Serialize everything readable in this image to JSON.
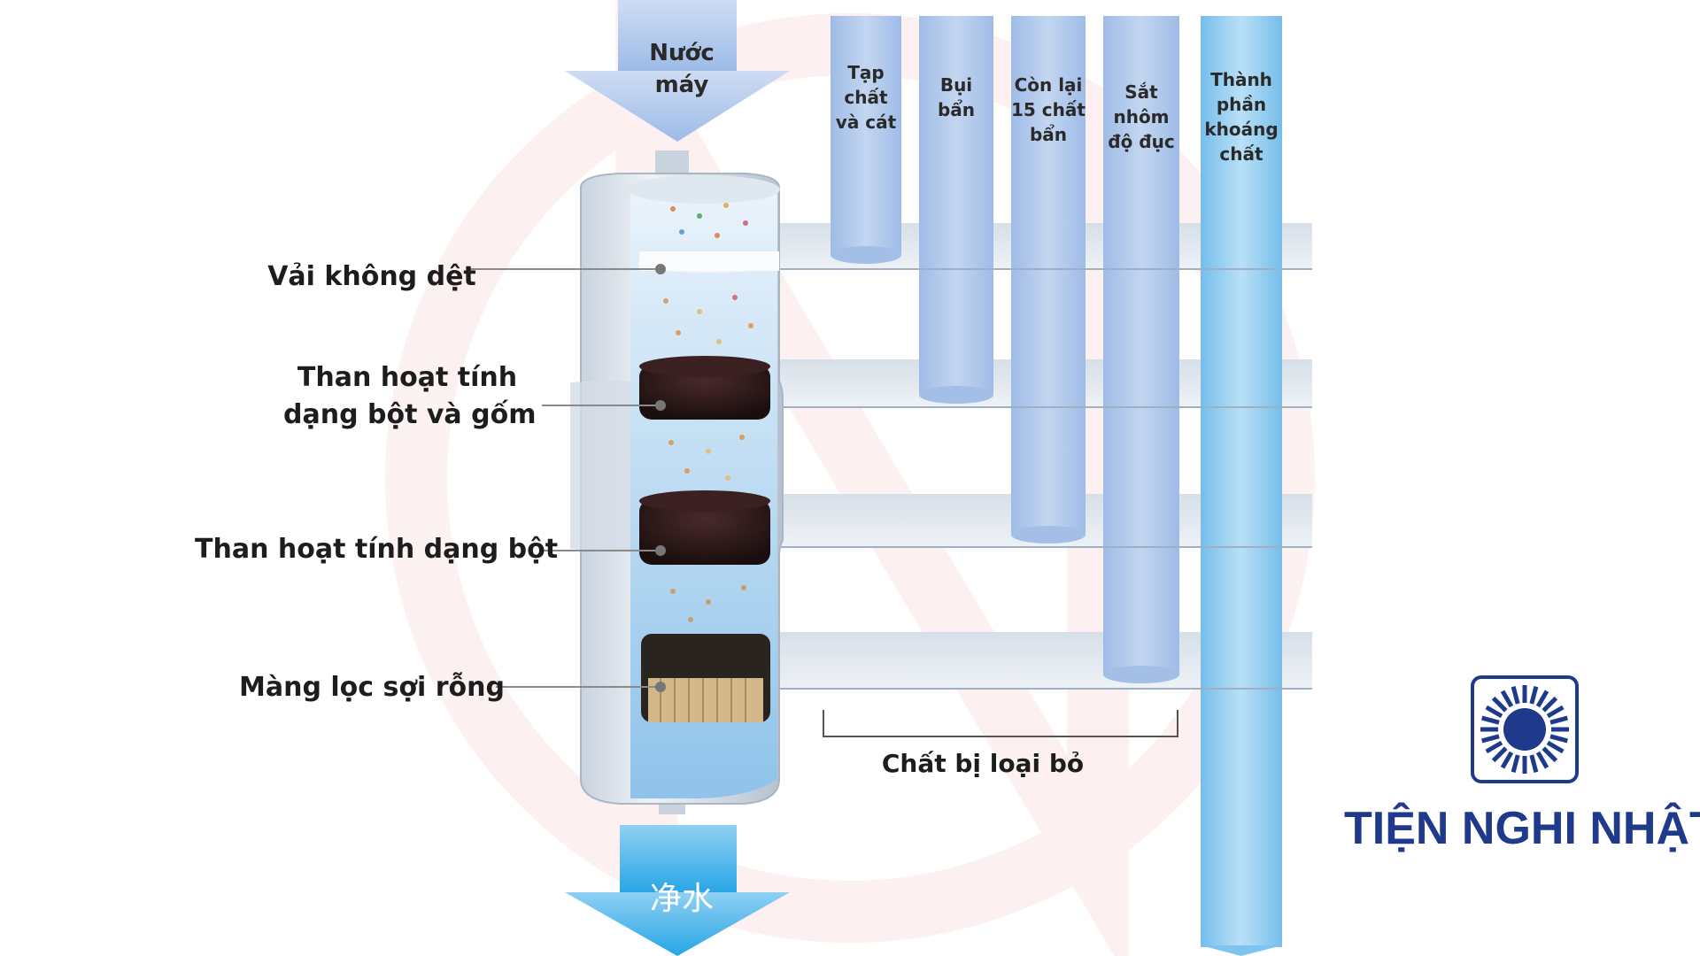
{
  "inlet": {
    "label_line1": "Nước",
    "label_line2": "máy"
  },
  "outlet": {
    "label": "净水"
  },
  "filter_layers": [
    {
      "label_line1": "Vải không dệt",
      "label_line2": ""
    },
    {
      "label_line1": "Than hoạt tính",
      "label_line2": "dạng bột và gốm"
    },
    {
      "label_line1": "Than hoạt tính dạng bột",
      "label_line2": ""
    },
    {
      "label_line1": "Màng lọc sợi rỗng",
      "label_line2": ""
    }
  ],
  "removed_columns": [
    {
      "lines": [
        "Tạp",
        "chất",
        "và cát"
      ]
    },
    {
      "lines": [
        "Bụi",
        "bẩn"
      ]
    },
    {
      "lines": [
        "Còn lại",
        "15 chất",
        "bẩn"
      ]
    },
    {
      "lines": [
        "Sắt",
        "nhôm",
        "độ đục"
      ]
    },
    {
      "lines": [
        "Thành",
        "phần",
        "khoáng",
        "chất"
      ]
    }
  ],
  "removed_label": "Chất bị loại bỏ",
  "brand": {
    "name": "TIỆN NGHI NHẬT",
    "icon": "sun-burst-logo-icon"
  },
  "colors": {
    "text": "#1d1d1d",
    "brand": "#1f3a8a",
    "column": "#a9c6ec",
    "mineral_column": "#7fc4f0",
    "water_arrow": "#4fb3ea",
    "inlet_arrow": "#a9c6ec"
  }
}
